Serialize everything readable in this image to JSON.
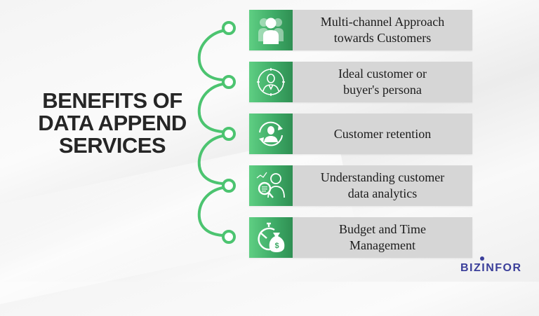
{
  "heading": {
    "lines": [
      "BENEFITS OF",
      "DATA APPEND",
      "SERVICES"
    ]
  },
  "colors": {
    "accent_green": "#4cc470",
    "icon_box_green": "#3da965",
    "text_box_gray": "#d6d6d6",
    "heading_dark": "#262626",
    "logo_blue": "#3b3f9a"
  },
  "items": [
    {
      "icon": "users-group-icon",
      "line1": "Multi-channel Approach",
      "line2": "towards Customers"
    },
    {
      "icon": "target-persona-icon",
      "line1": "Ideal customer or",
      "line2": "buyer's persona"
    },
    {
      "icon": "customer-retention-cycle-icon",
      "line1": "Customer retention",
      "line2": ""
    },
    {
      "icon": "analytics-magnifier-person-icon",
      "line1": "Understanding customer",
      "line2": "data analytics"
    },
    {
      "icon": "stopwatch-money-bag-icon",
      "line1": "Budget and Time",
      "line2": "Management"
    }
  ],
  "logo": {
    "text": "BIZINFOR"
  }
}
